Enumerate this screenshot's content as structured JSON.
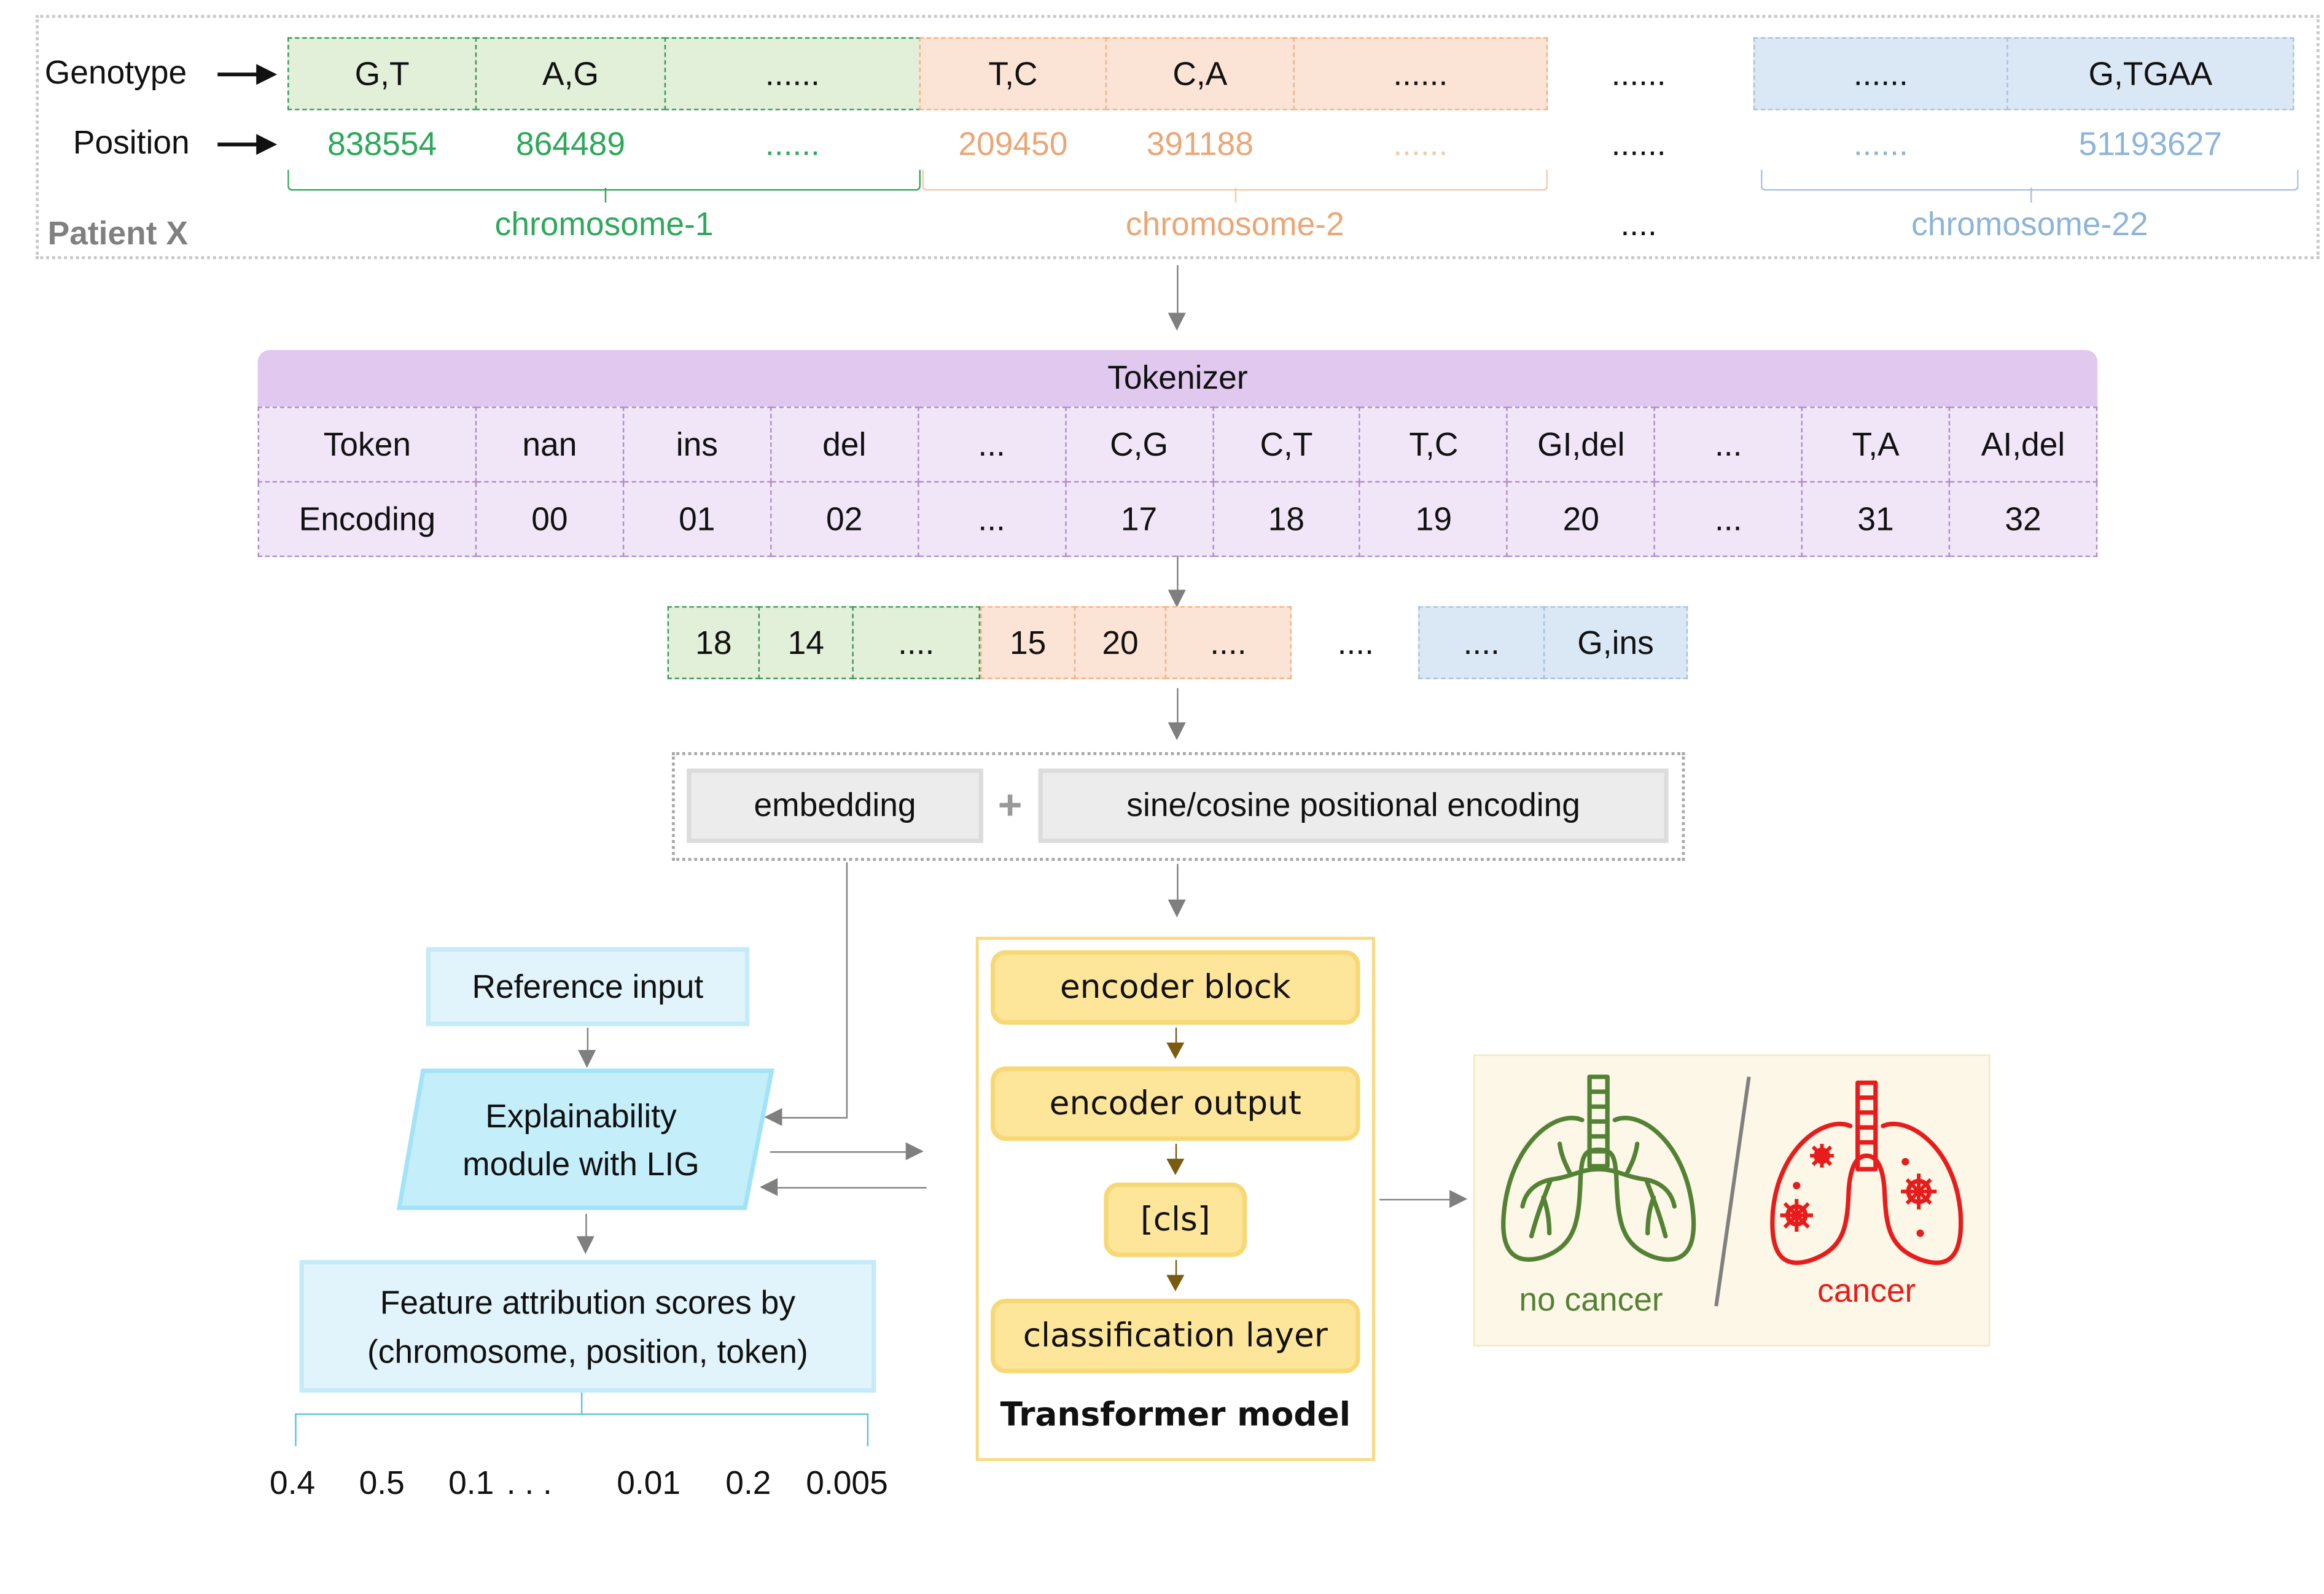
{
  "patient": {
    "label": "Patient X",
    "row_labels": {
      "genotype": "Genotype",
      "position": "Position"
    },
    "chromosomes": [
      {
        "name": "chromosome-1",
        "color": "#2ea85a",
        "fill": "#e2efd9",
        "genotypes": [
          "G,T",
          "A,G",
          "......"
        ],
        "positions": [
          "838554",
          "864489",
          "......"
        ]
      },
      {
        "name": "chromosome-2",
        "color": "#eba677",
        "fill": "#fbe4d5",
        "genotypes": [
          "T,C",
          "C,A",
          "......"
        ],
        "positions": [
          "209450",
          "391188",
          "......"
        ]
      },
      {
        "name": "chromosome-22",
        "color": "#8db4d9",
        "fill": "#dae8f5",
        "genotypes": [
          "......",
          "G,TGAA"
        ],
        "positions": [
          "......",
          "51193627"
        ]
      }
    ],
    "gap_genotype": "......",
    "gap_position": "......",
    "gap_chromosome": "...."
  },
  "tokenizer": {
    "title": "Tokenizer",
    "row_headers": [
      "Token",
      "Encoding"
    ],
    "tokens": [
      "nan",
      "ins",
      "del",
      "...",
      "C,G",
      "C,T",
      "T,C",
      "GI,del",
      "...",
      "T,A",
      "AI,del"
    ],
    "encodings": [
      "00",
      "01",
      "02",
      "...",
      "17",
      "18",
      "19",
      "20",
      "...",
      "31",
      "32"
    ]
  },
  "encoded_sequence": {
    "chr1": [
      "18",
      "14",
      "...."
    ],
    "chr2": [
      "15",
      "20",
      "...."
    ],
    "gap": "....",
    "chr22": [
      "....",
      "G,ins"
    ]
  },
  "embedding": {
    "embedding_label": "embedding",
    "plus": "+",
    "positional_label": "sine/cosine positional encoding"
  },
  "explainability": {
    "reference_input": "Reference input",
    "module_line1": "Explainability",
    "module_line2": "module with LIG",
    "attribution_line1": "Feature attribution scores by",
    "attribution_line2": "(chromosome, position, token)",
    "scores": [
      "0.4",
      "0.5",
      "0.1",
      ". . .",
      "0.01",
      "0.2",
      "0.005"
    ]
  },
  "transformer": {
    "title": "Transformer model",
    "blocks": [
      "encoder block",
      "encoder output",
      "[cls]",
      "classification layer"
    ]
  },
  "result": {
    "negative_label": "no cancer",
    "negative_color": "#548235",
    "positive_label": "cancer",
    "positive_color": "#e81c1c"
  }
}
